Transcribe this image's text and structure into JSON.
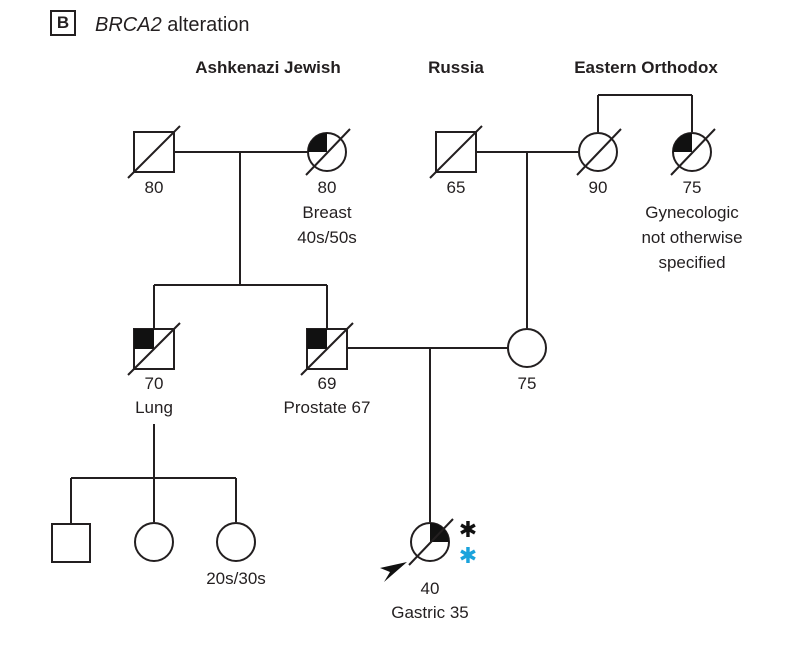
{
  "panel": {
    "letter": "B",
    "gene": "BRCA2",
    "title_rest": " alteration"
  },
  "groups": {
    "ashkenazi": "Ashkenazi Jewish",
    "russia": "Russia",
    "eastern_orthodox": "Eastern Orthodox"
  },
  "people": {
    "gen1_paternal_grandfather": {
      "age": "80"
    },
    "gen1_paternal_grandmother": {
      "age": "80",
      "condition": "Breast",
      "detail": "40s/50s"
    },
    "gen1_maternal_grandfather": {
      "age": "65"
    },
    "gen1_maternal_grandmother": {
      "age": "90"
    },
    "gen1_great_aunt": {
      "age": "75",
      "condition": "Gynecologic",
      "detail1": "not otherwise",
      "detail2": "specified"
    },
    "gen2_uncle": {
      "age": "70",
      "condition": "Lung"
    },
    "gen2_father": {
      "age": "69",
      "condition": "Prostate 67"
    },
    "gen2_mother": {
      "age": "75"
    },
    "gen3_cousin_2": {
      "detail": "20s/30s"
    },
    "proband": {
      "age": "40",
      "condition": "Gastric 35",
      "marker_black": "✱",
      "marker_blue": "✱"
    }
  },
  "colors": {
    "line": "#231f20",
    "fill": "#111111",
    "blue_marker": "#1aa3dc"
  }
}
